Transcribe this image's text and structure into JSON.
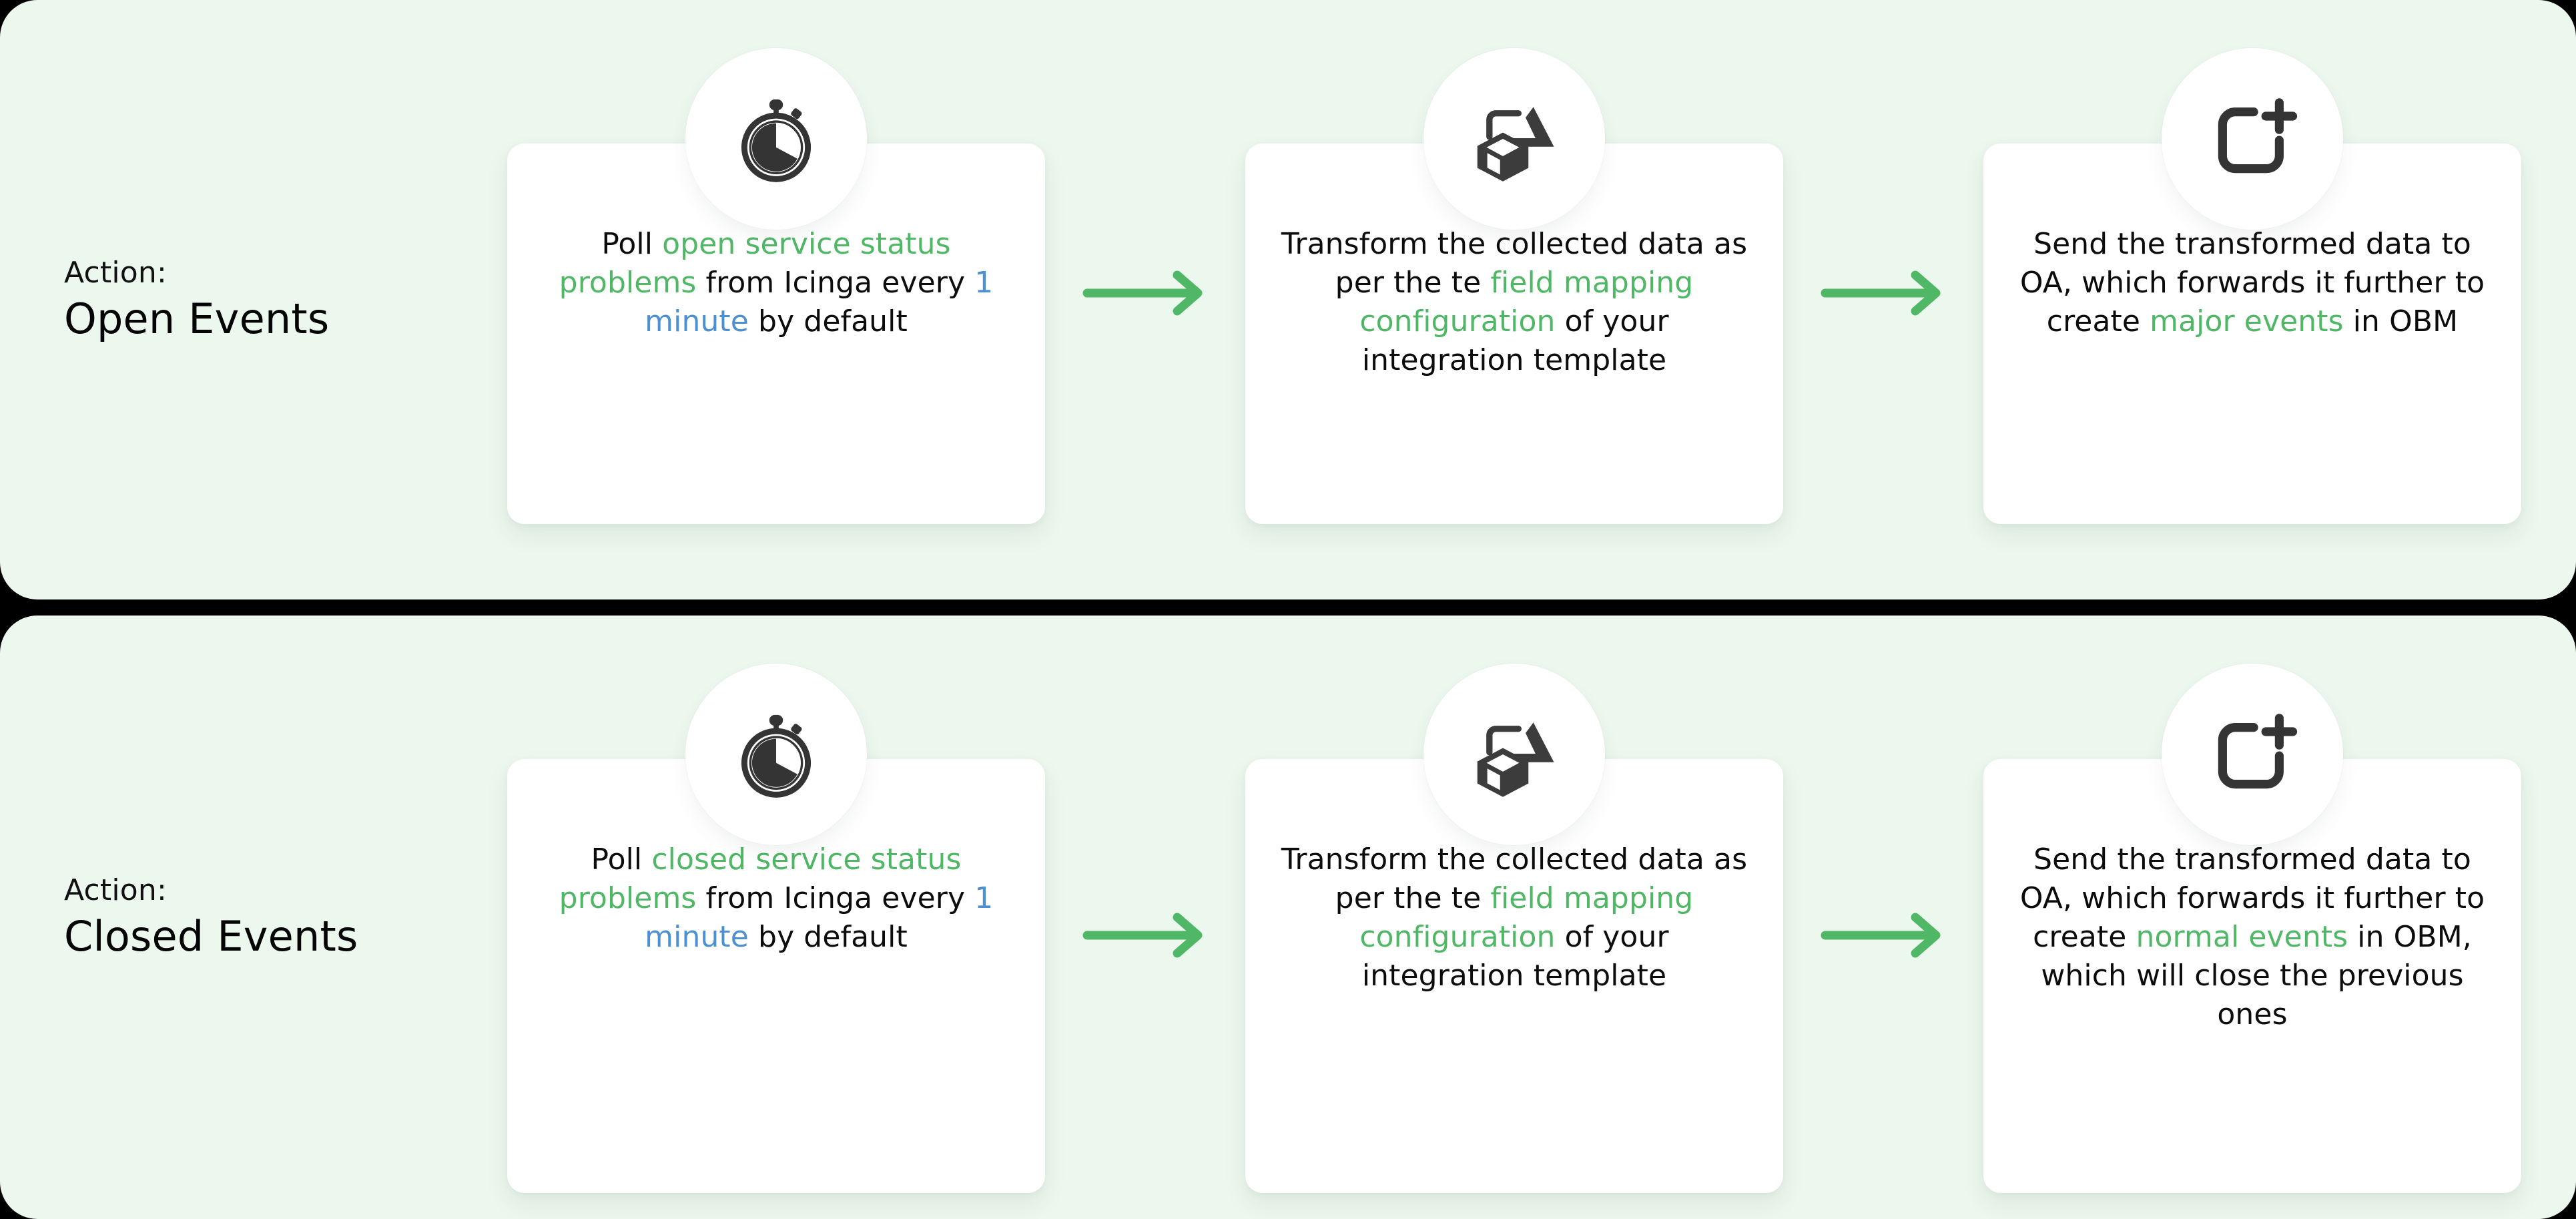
{
  "theme": {
    "background": "#000000",
    "panel_bg": "#ECF7EE",
    "card_bg": "#FFFFFF",
    "accent_green": "#4FB765",
    "accent_blue": "#4C90D2",
    "text_dark": "#0C0C0C"
  },
  "rows": [
    {
      "action_kicker": "Action:",
      "action_title": "Open Events",
      "steps": [
        {
          "icon": "stopwatch-icon",
          "text_segments": [
            {
              "text": "Poll ",
              "style": "normal"
            },
            {
              "text": "open service status problems",
              "style": "green"
            },
            {
              "text": " from Icinga every ",
              "style": "normal"
            },
            {
              "text": "1 minute",
              "style": "blue"
            },
            {
              "text": " by default",
              "style": "normal"
            }
          ]
        },
        {
          "icon": "transform-cube-icon",
          "text_segments": [
            {
              "text": "Transform the collected data as per the te ",
              "style": "normal"
            },
            {
              "text": "field mapping configuration",
              "style": "green"
            },
            {
              "text": " of your integration template",
              "style": "normal"
            }
          ]
        },
        {
          "icon": "create-event-icon",
          "text_segments": [
            {
              "text": "Send the transformed data to OA, which forwards it further to create ",
              "style": "normal"
            },
            {
              "text": "major events",
              "style": "green"
            },
            {
              "text": " in OBM",
              "style": "normal"
            }
          ]
        }
      ],
      "arrows": [
        "arrow-right-icon",
        "arrow-right-icon"
      ]
    },
    {
      "action_kicker": "Action:",
      "action_title": "Closed Events",
      "steps": [
        {
          "icon": "stopwatch-icon",
          "text_segments": [
            {
              "text": "Poll ",
              "style": "normal"
            },
            {
              "text": "closed service status problems",
              "style": "green"
            },
            {
              "text": " from Icinga every ",
              "style": "normal"
            },
            {
              "text": "1 minute",
              "style": "blue"
            },
            {
              "text": " by default",
              "style": "normal"
            }
          ]
        },
        {
          "icon": "transform-cube-icon",
          "text_segments": [
            {
              "text": "Transform the collected data as per the te ",
              "style": "normal"
            },
            {
              "text": "field mapping configuration",
              "style": "green"
            },
            {
              "text": " of your integration template",
              "style": "normal"
            }
          ]
        },
        {
          "icon": "create-event-icon",
          "text_segments": [
            {
              "text": "Send the transformed data to OA, which forwards it further to create ",
              "style": "normal"
            },
            {
              "text": "normal events",
              "style": "green"
            },
            {
              "text": " in OBM, which will close the previous ones",
              "style": "normal"
            }
          ]
        }
      ],
      "arrows": [
        "arrow-right-icon",
        "arrow-right-icon"
      ]
    }
  ]
}
